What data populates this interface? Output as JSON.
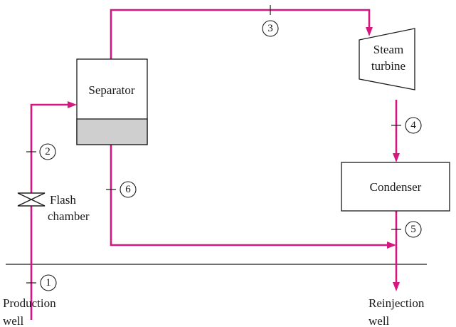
{
  "components": {
    "separator": "Separator",
    "steam_turbine": [
      "Steam",
      "turbine"
    ],
    "condenser": "Condenser",
    "flash_chamber": [
      "Flash",
      "chamber"
    ],
    "production_well": [
      "Production",
      "well"
    ],
    "reinjection_well": [
      "Reinjection",
      "well"
    ]
  },
  "states": [
    "1",
    "2",
    "3",
    "4",
    "5",
    "6"
  ],
  "colors": {
    "pipe": "#d6177f",
    "liquid": "#cfcfcf",
    "line": "#1a1a1a"
  }
}
